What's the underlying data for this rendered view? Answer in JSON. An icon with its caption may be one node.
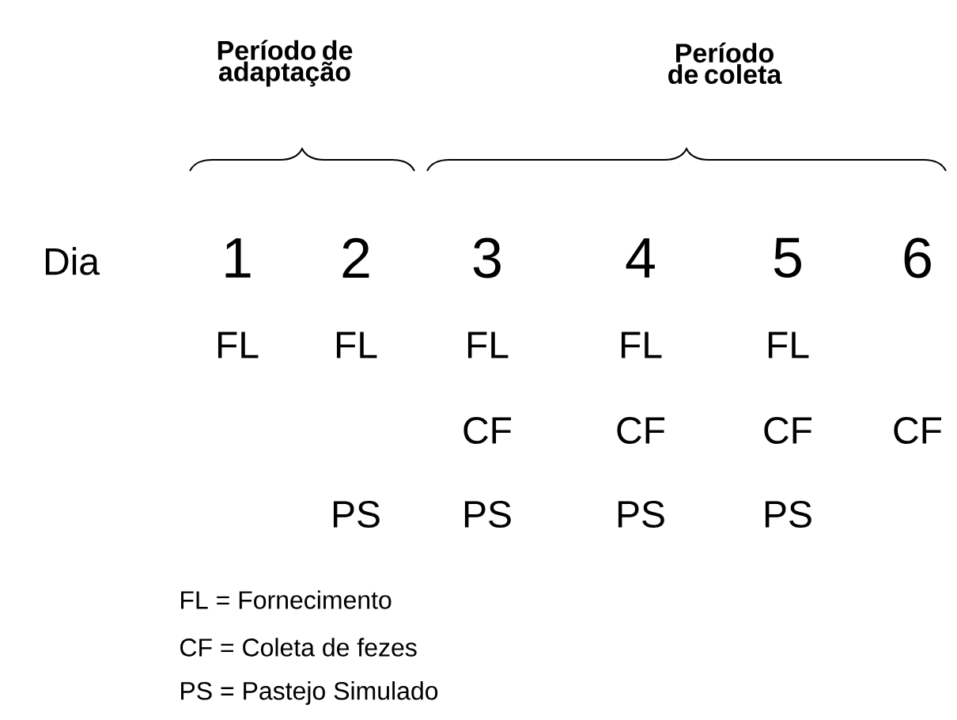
{
  "diagram": {
    "labels": [
      "Período de adaptação",
      "Período de coleta",
      "Dia",
      "1",
      "2",
      "3",
      "4",
      "5",
      "6",
      "FL",
      "FL",
      "FL",
      "FL",
      "FL",
      "CF",
      "CF",
      "CF",
      "CF",
      "PS",
      "PS",
      "PS",
      "PS",
      "FL = Fornecimento",
      "CF = Coleta de fezes",
      "PS = Pastejo Simulado"
    ]
  }
}
